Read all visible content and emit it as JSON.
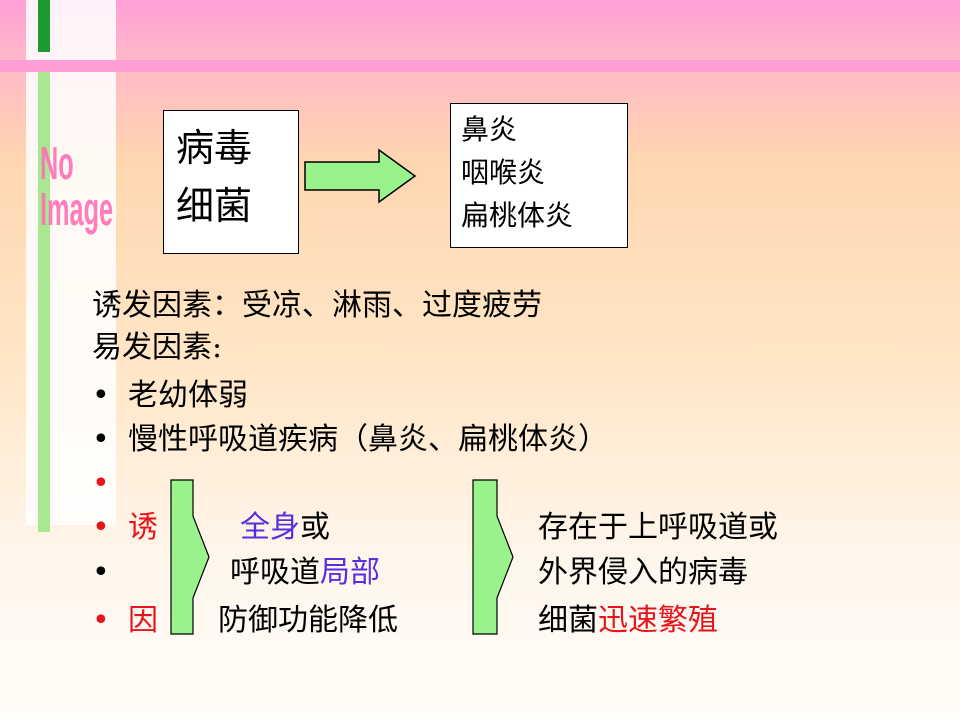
{
  "placeholder": {
    "line1": "No",
    "line2": "Image"
  },
  "box_left": {
    "line1": "病毒",
    "line2": "细菌"
  },
  "box_right": {
    "line1": "鼻炎",
    "line2": "咽喉炎",
    "line3": "扁桃体炎"
  },
  "lines": {
    "induce": "诱发因素：受凉、淋雨、过度疲劳",
    "predispose": "易发因素:",
    "item1": "老幼体弱",
    "item2": "慢性呼吸道疾病（鼻炎、扁桃体炎）"
  },
  "bullets": {
    "b": "•"
  },
  "cause": {
    "c1": "诱",
    "c2": "因"
  },
  "middle": {
    "m1a": "全身",
    "m1b": "或",
    "m2a": "呼吸道",
    "m2b": "局部",
    "m3": "防御功能降低"
  },
  "right": {
    "r1": "存在于上呼吸道或",
    "r2": "外界侵入的病毒",
    "r3a": "细菌",
    "r3b": "迅速繁殖"
  },
  "colors": {
    "arrow_fill": "#99f28c",
    "red": "#e8141c",
    "purple": "#5a2de0"
  }
}
